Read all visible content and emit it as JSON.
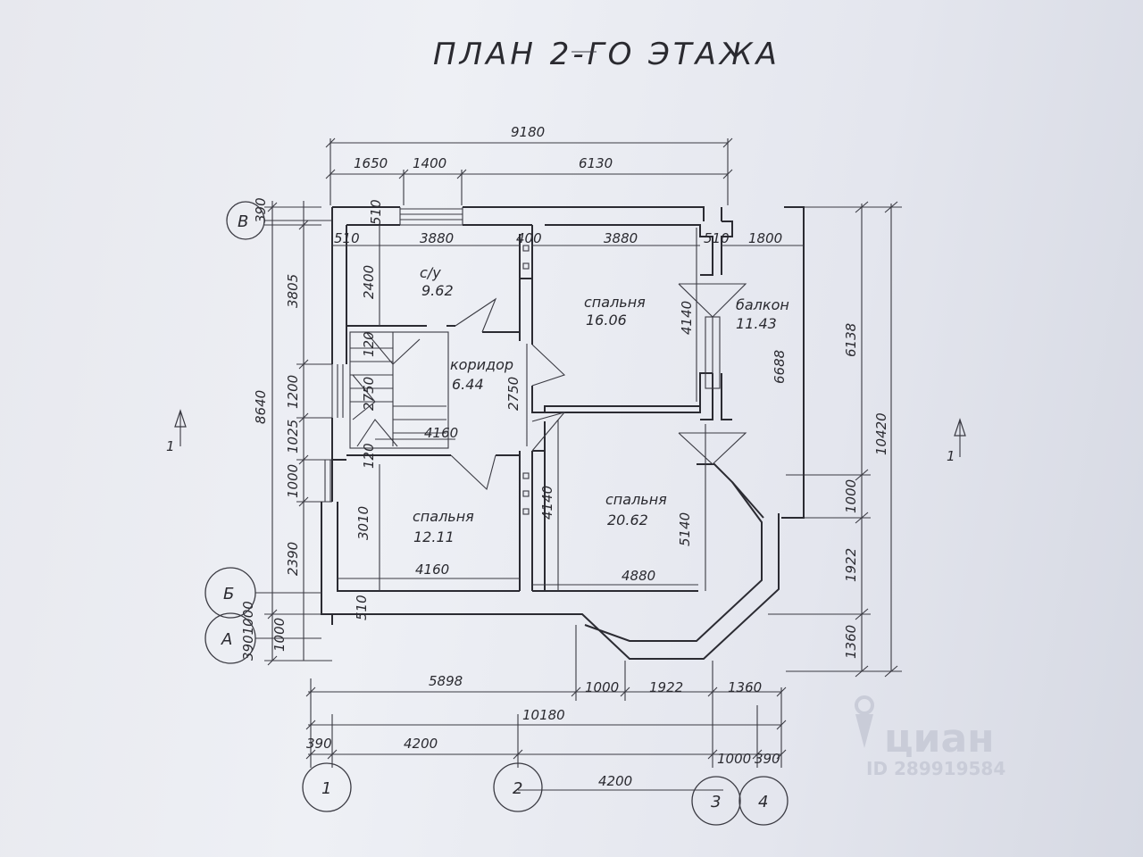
{
  "title": "ПЛАН 2-ГО ЭТАЖА",
  "rooms": [
    {
      "name": "с/у",
      "area": "9.62"
    },
    {
      "name": "спальня",
      "area": "16.06"
    },
    {
      "name": "балкон",
      "area": "11.43"
    },
    {
      "name": "коридор",
      "area": "6.44"
    },
    {
      "name": "спальня",
      "area": "12.11"
    },
    {
      "name": "спальня",
      "area": "20.62"
    }
  ],
  "dimensions": {
    "top_total": "9180",
    "top_1": "1650",
    "top_2": "1400",
    "top_3": "6130",
    "wall_510_a": "510",
    "wall_510_b": "510",
    "wall_510_c": "510",
    "wall_510_d": "510",
    "room_3880_a": "3880",
    "room_3880_b": "3880",
    "partition_400": "400",
    "balcony_1800": "1800",
    "left_390_top": "390",
    "left_3805": "3805",
    "left_8640": "8640",
    "left_1200": "1200",
    "left_1025": "1025",
    "left_1000": "1000",
    "left_2390": "2390",
    "left_1000_b": "1000",
    "left_390_bottom": "3901000",
    "wc_2400": "2400",
    "stair_120_a": "120",
    "stair_120_b": "120",
    "stair_2750": "2750",
    "corridor_2750": "2750",
    "stair_4160": "4160",
    "bed_4140_a": "4140",
    "bed_4140_b": "4140",
    "bed_3010": "3010",
    "bed_4160": "4160",
    "bed_4880": "4880",
    "bed_5140": "5140",
    "balcony_6688": "6688",
    "right_6138": "6138",
    "right_10420": "10420",
    "right_1000": "1000",
    "right_1922": "1922",
    "right_1360": "1360",
    "bottom_5898": "5898",
    "bottom_1000": "1000",
    "bottom_1922": "1922",
    "bottom_1360": "1360",
    "bottom_10180": "10180",
    "bottom_390": "390",
    "bottom_4200_a": "4200",
    "bottom_4200_b": "4200",
    "bottom_1000_b": "1000",
    "bottom_390_b": "390"
  },
  "axes": {
    "grid_v": "В",
    "grid_b": "Б",
    "grid_a": "А",
    "grid_1": "1",
    "grid_2": "2",
    "grid_3": "3",
    "grid_4": "4"
  },
  "section_marks": {
    "left": "1",
    "right": "1"
  },
  "watermark": {
    "brand": "циан",
    "id": "ID 289919584"
  }
}
